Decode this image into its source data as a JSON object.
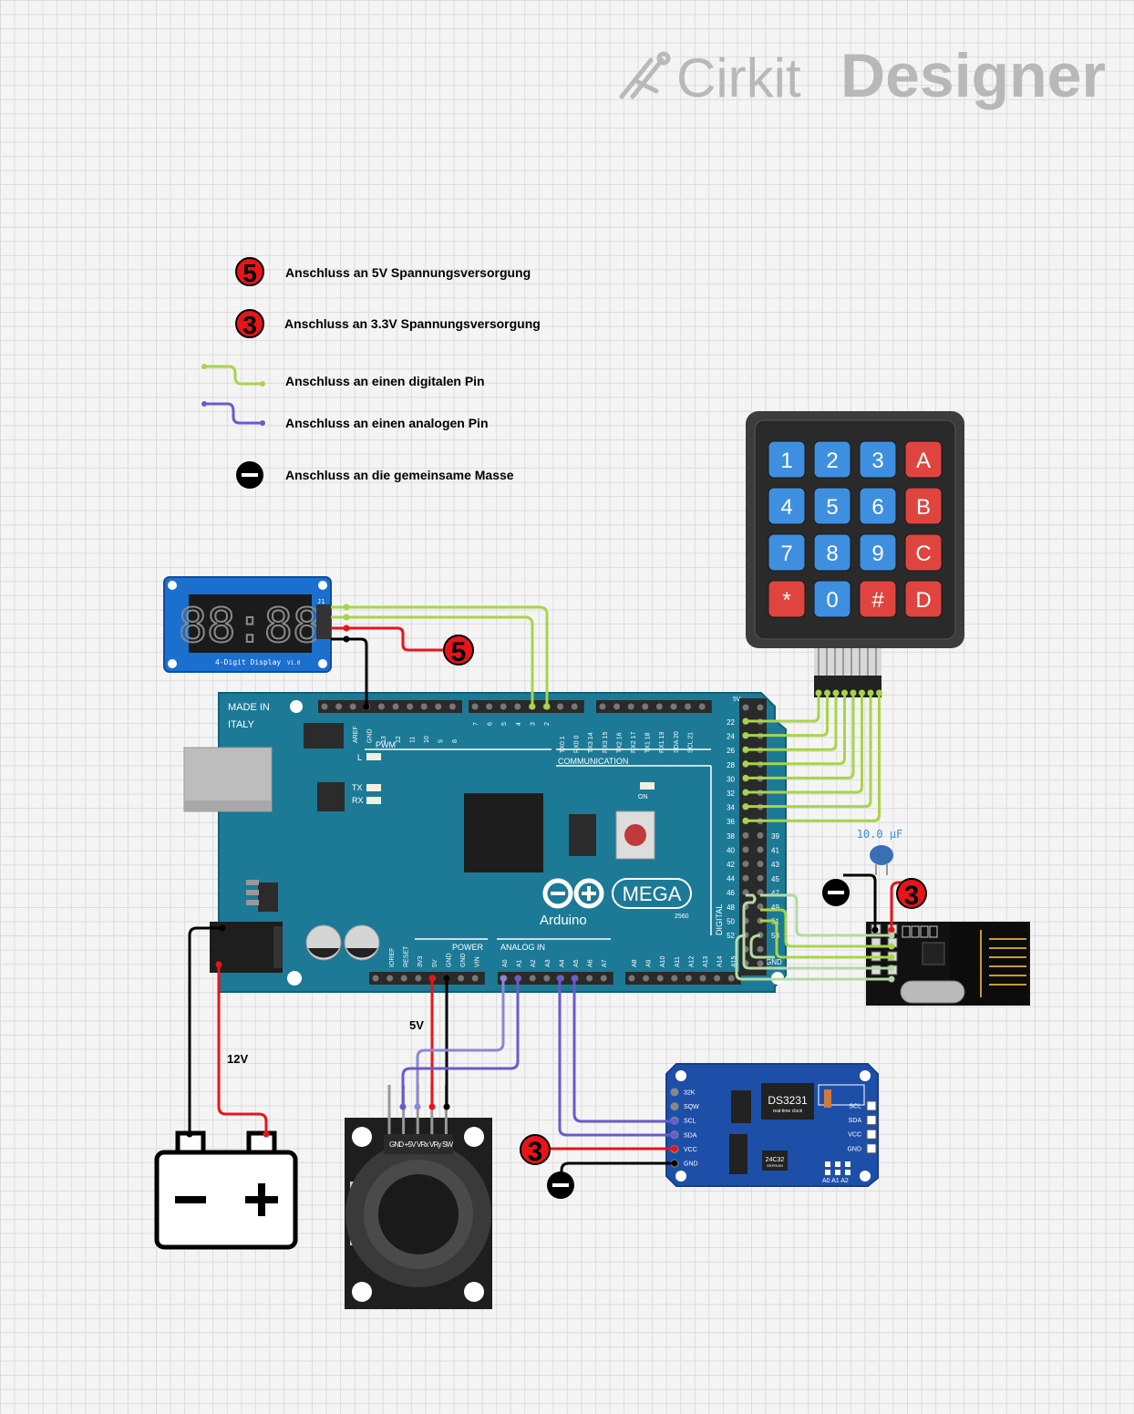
{
  "brand": {
    "prefix": "Cirkit",
    "suffix": "Designer"
  },
  "legend": [
    {
      "marker": "5",
      "text": "Anschluss an 5V Spannungsversorgung"
    },
    {
      "marker": "3",
      "text": "Anschluss an 3.3V Spannungsversorgung"
    },
    {
      "marker": "digital-wire",
      "text": "Anschluss an einen digitalen Pin"
    },
    {
      "marker": "analog-wire",
      "text": "Anschluss an einen analogen Pin"
    },
    {
      "marker": "ground",
      "text": "Anschluss an die gemeinsame Masse"
    }
  ],
  "colors": {
    "digital": "#a9d44a",
    "analog": "#6a5acd",
    "power": "#e8141a",
    "ground": "#000000",
    "board": "#1c7a96",
    "keypad_blue": "#3f8fe0",
    "keypad_red": "#e0443f"
  },
  "keypad": {
    "keys": [
      "1",
      "2",
      "3",
      "A",
      "4",
      "5",
      "6",
      "B",
      "7",
      "8",
      "9",
      "C",
      "*",
      "0",
      "#",
      "D"
    ]
  },
  "display": {
    "digits": "88:88",
    "label": "4-Digit Display",
    "version": "V1.0",
    "header": "J1"
  },
  "arduino": {
    "made_in": "MADE IN",
    "country": "ITALY",
    "brand": "Arduino",
    "model": "MEGA",
    "model_sub": "2560",
    "pwm": "PWM",
    "communication": "COMMUNICATION",
    "power": "POWER",
    "analog_in": "ANALOG IN",
    "digital": "DIGITAL",
    "on": "ON",
    "tx": "TX",
    "rx": "RX",
    "l": "L",
    "gnd": "GND",
    "five_v": "5V",
    "top_pins": [
      "AREF",
      "GND",
      "13",
      "12",
      "11",
      "10",
      "9",
      "8"
    ],
    "top_pins2": [
      "7",
      "6",
      "5",
      "4",
      "3",
      "2"
    ],
    "comm_pins": [
      "TX0 1",
      "RX0 0",
      "TX3 14",
      "RX3 15",
      "TX2 16",
      "RX2 17",
      "TX1 18",
      "RX1 19",
      "SDA 20",
      "SCL 21"
    ],
    "power_pins": [
      "IOREF",
      "RESET",
      "3V3",
      "5V",
      "GND",
      "GND",
      "VIN"
    ],
    "analog_pins": [
      "A0",
      "A1",
      "A2",
      "A3",
      "A4",
      "A5",
      "A6",
      "A7"
    ],
    "analog_pins2": [
      "A8",
      "A9",
      "A10",
      "A11",
      "A12",
      "A13",
      "A14",
      "A15"
    ],
    "digital_left": [
      "22",
      "24",
      "26",
      "28",
      "30",
      "32",
      "34",
      "36",
      "38",
      "40",
      "42",
      "44",
      "46",
      "48",
      "50",
      "52"
    ],
    "digital_right": [
      "39",
      "41",
      "43",
      "45",
      "47",
      "49",
      "51",
      "53"
    ]
  },
  "labels": {
    "v5": "5V",
    "v12": "12V"
  },
  "capacitor": {
    "value": "10.0 µF"
  },
  "rtc": {
    "chip": "DS3231",
    "sub": "real-time clock",
    "eeprom": "24C32",
    "eeprom_sub": "EEPROM",
    "left_pins": [
      "32K",
      "SQW",
      "SCL",
      "SDA",
      "VCC",
      "GND"
    ],
    "right_pins": [
      "SCL",
      "SDA",
      "VCC",
      "GND"
    ],
    "addr": "A0 A1 A2"
  },
  "joystick": {
    "pins": "GND +5V VRx VRy SW"
  },
  "battery": {
    "minus": "−",
    "plus": "+"
  }
}
